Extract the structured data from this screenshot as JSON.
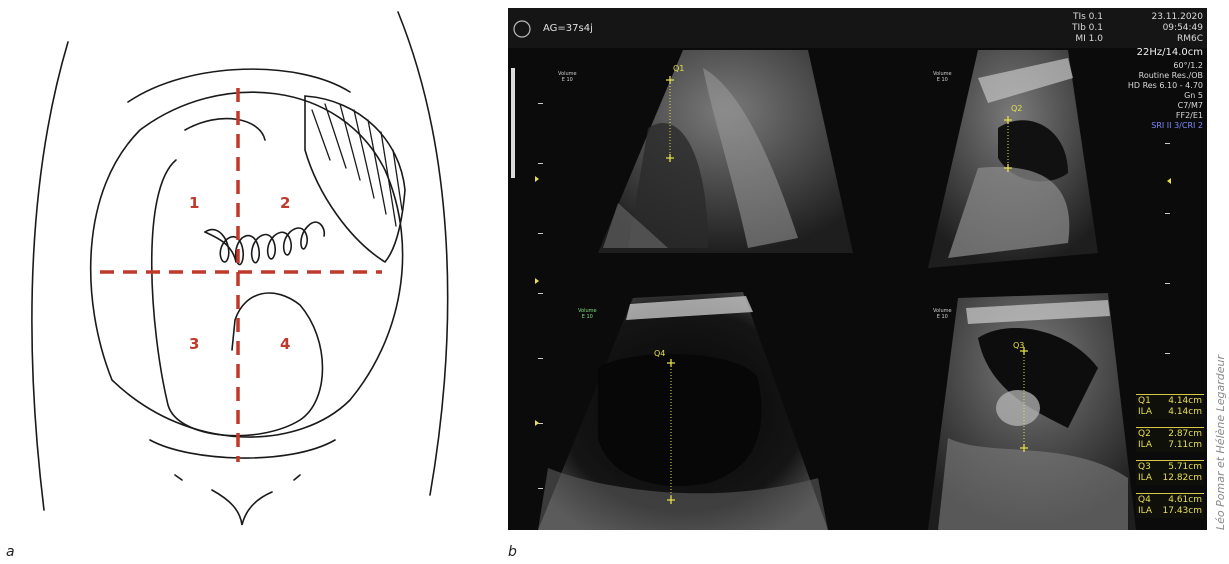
{
  "panel_a": {
    "letter": "a",
    "quadrants": [
      "1",
      "2",
      "3",
      "4"
    ],
    "colors": {
      "ink": "#1a1a1a",
      "dash": "#c0392b",
      "number": "#c0392b"
    }
  },
  "panel_b": {
    "letter": "b",
    "gestational_age": "AG=37s4j",
    "tis": "TIs  0.1",
    "tib": "TIb  0.1",
    "mi": "MI  1.0",
    "date": "23.11.2020",
    "time": "09:54:49",
    "probe": "RM6C",
    "freq_depth": "22Hz/14.0cm",
    "angle": "60°/1.2",
    "preset": "Routine Res./OB",
    "hd_res": "HD Res 6.10 - 4.70",
    "gain": "Gn  5",
    "c_m": "C7/M7",
    "ff_e": "FF2/E1",
    "sri": "SRI II 3/CRI 2",
    "volume_label": "Volume",
    "e_label": "E 10",
    "quadrant_markers": [
      "Q1",
      "Q2",
      "Q3",
      "Q4"
    ],
    "measurements": [
      {
        "label": "Q1",
        "value": "4.14cm",
        "ila_label": "ILA",
        "ila": "4.14cm"
      },
      {
        "label": "Q2",
        "value": "2.87cm",
        "ila_label": "ILA",
        "ila": "7.11cm"
      },
      {
        "label": "Q3",
        "value": "5.71cm",
        "ila_label": "ILA",
        "ila": "12.82cm"
      },
      {
        "label": "Q4",
        "value": "4.61cm",
        "ila_label": "ILA",
        "ila": "17.43cm"
      }
    ],
    "colors": {
      "caliper": "#e6e04a",
      "sri": "#6f7bff"
    }
  },
  "credit": "Léo Pomar et Hélène Legardeur"
}
